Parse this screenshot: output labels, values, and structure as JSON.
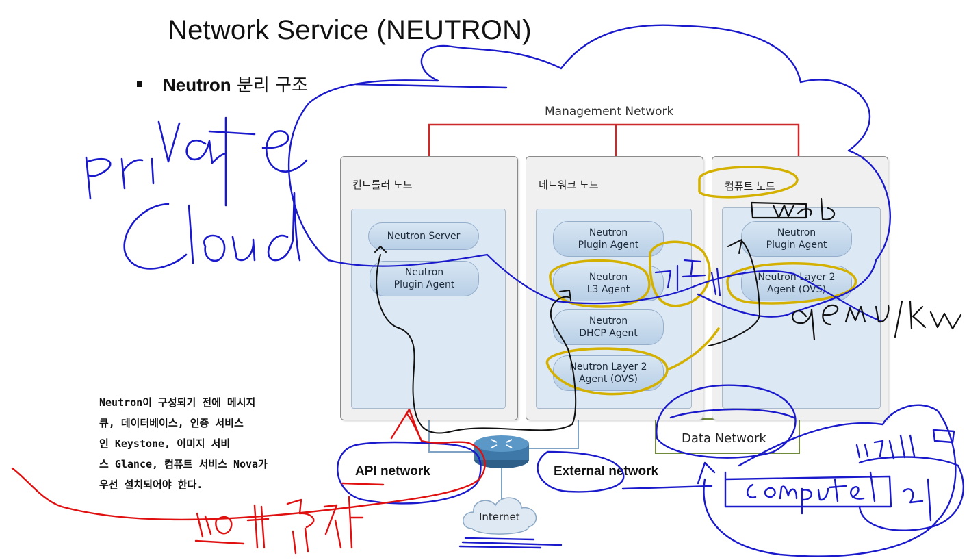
{
  "slide": {
    "title": "Network Service (NEUTRON)",
    "bullet_bold": "Neutron",
    "bullet_rest": " 분리 구조"
  },
  "diagram": {
    "management_network": "Management Network",
    "nodes": [
      {
        "title": "컨트롤러 노드",
        "agents": [
          "Neutron Server",
          "Neutron\nPlugin Agent"
        ]
      },
      {
        "title": "네트워크 노드",
        "agents": [
          "Neutron\nPlugin Agent",
          "Neutron\nL3 Agent",
          "Neutron\nDHCP Agent",
          "Neutron Layer 2\nAgent (OVS)"
        ]
      },
      {
        "title": "컴퓨트 노드",
        "agents": [
          "Neutron\nPlugin Agent",
          "Neutron Layer 2\nAgent (OVS)"
        ]
      }
    ],
    "data_network": "Data Network",
    "api_network": "API network",
    "external_network": "External network",
    "internet": "Internet"
  },
  "note": {
    "lines": [
      "Neutron이 구성되기 전에 메시지",
      "큐, 데이터베이스, 인증 서비스",
      "인 Keystone, 이미지 서비",
      "스 Glance, 컴퓨트 서비스 Nova가",
      "우선 설치되어야 한다."
    ]
  },
  "colors": {
    "management_line": "#cc2a2a",
    "ink_blue": "#1a1acc",
    "ink_red": "#e01010",
    "highlight": "#d4b000",
    "router": "#3d78a8"
  }
}
